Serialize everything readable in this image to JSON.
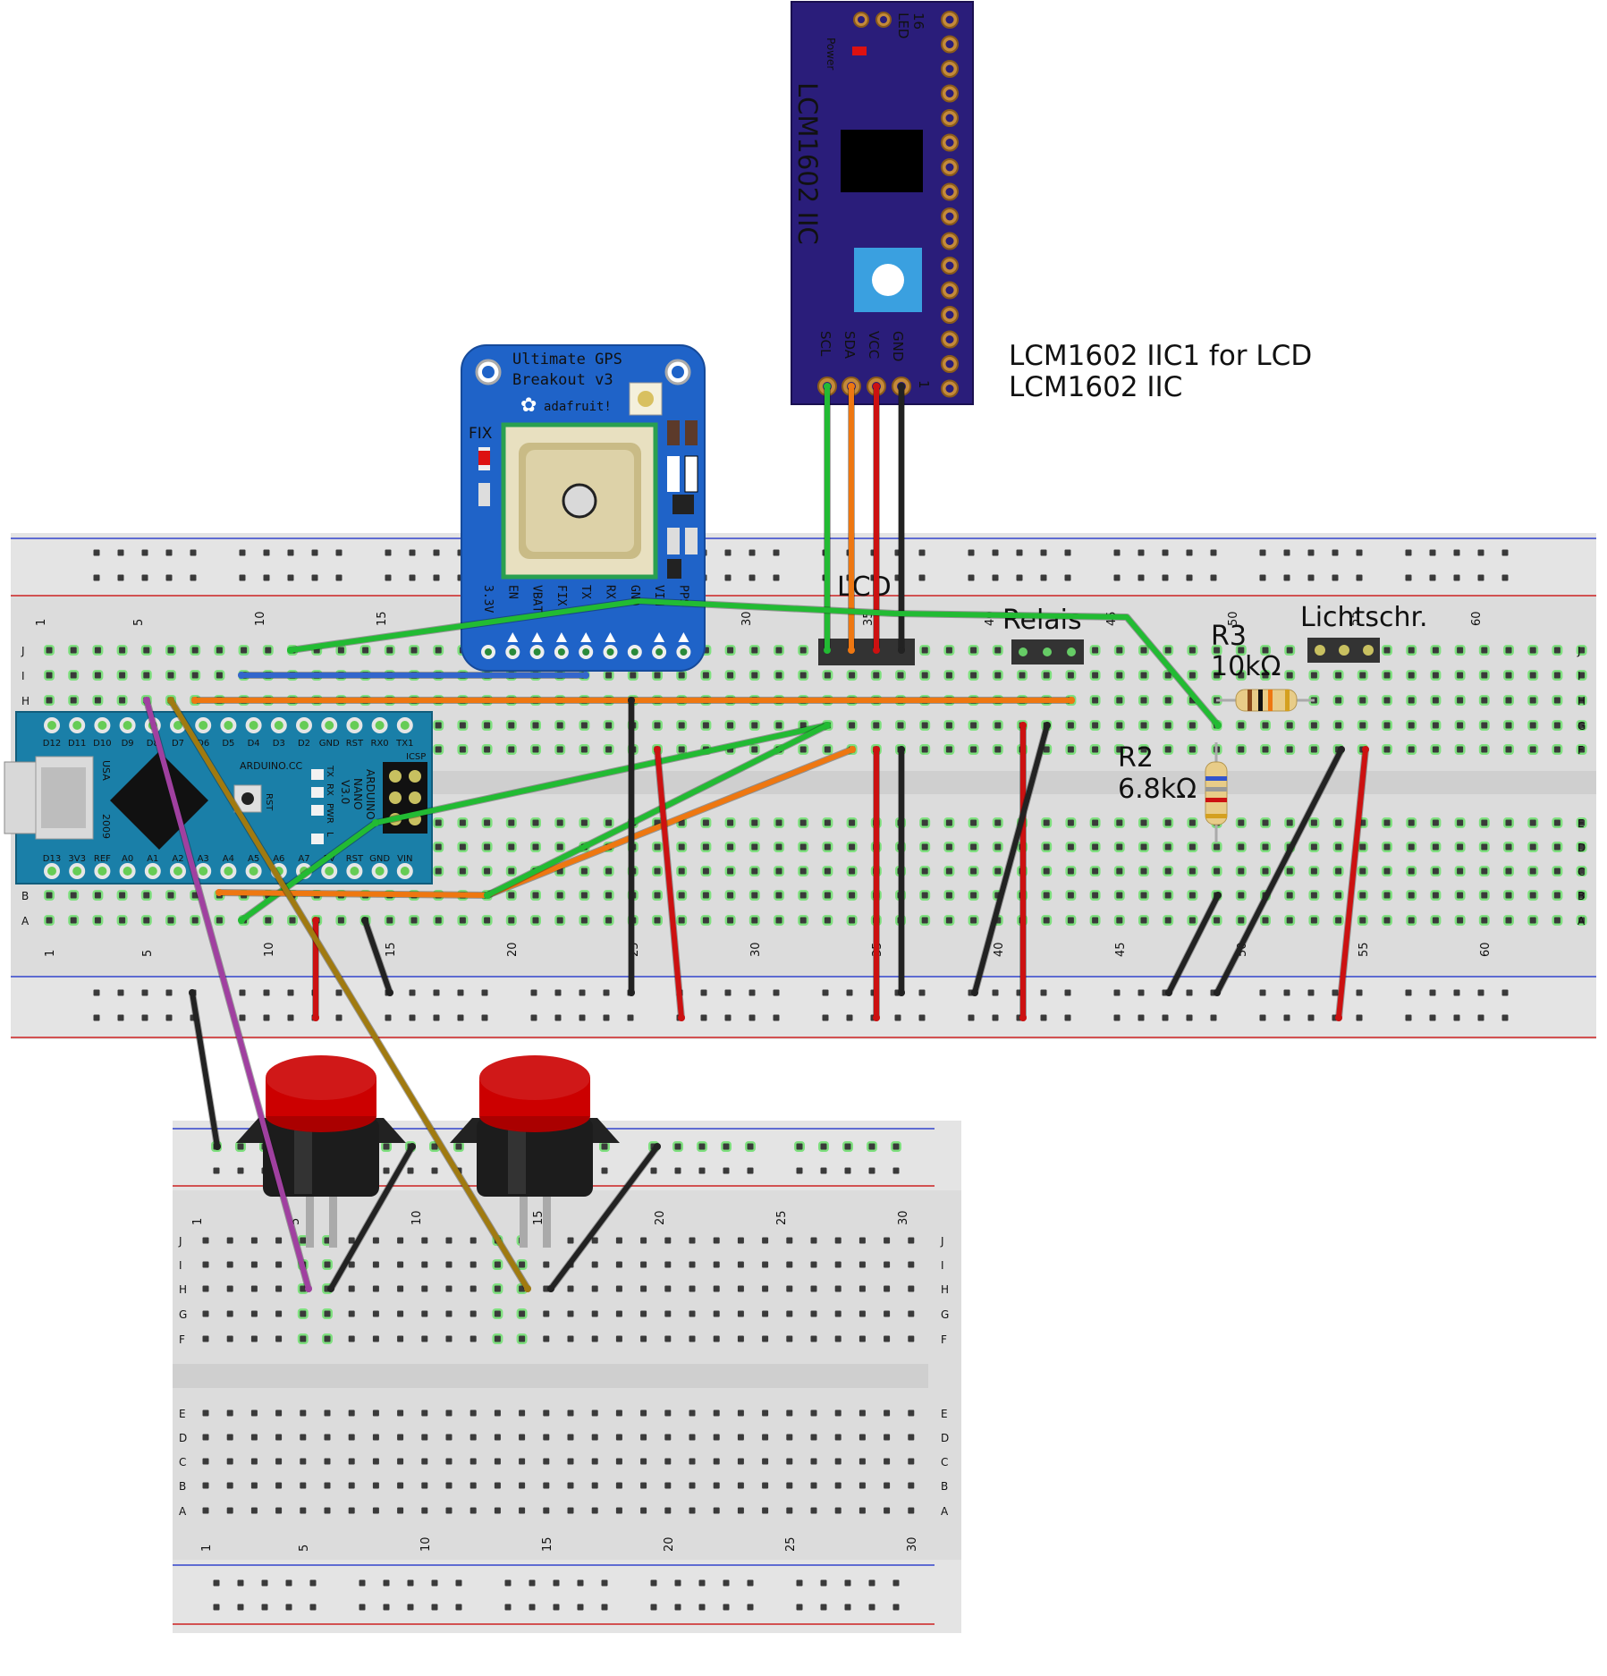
{
  "labels": {
    "lcd_note_line1": "LCM1602 IIC1 for LCD",
    "lcd_note_line2": "LCM1602 IIC",
    "lcd_connector": "LCD",
    "relais": "Relais",
    "lichtschranke": "Lichtschr.",
    "r3_name": "R3",
    "r3_value": "10kΩ",
    "r2_name": "R2",
    "r2_value": "6.8kΩ"
  },
  "lcd_module": {
    "title": "LCM1602 IIC",
    "power_label": "Power",
    "led_label": "LED",
    "pin16_label": "16",
    "pin1_label": "1",
    "pins": [
      "SCL",
      "SDA",
      "VCC",
      "GND"
    ],
    "color": "#2a1d7a"
  },
  "gps_module": {
    "title_line1": "Ultimate GPS",
    "title_line2": "Breakout v3",
    "brand": "adafruit!",
    "fix_label": "FIX",
    "pins": [
      "3.3V",
      "EN",
      "VBAT",
      "FIX",
      "TX",
      "RX",
      "GND",
      "VIN",
      "PPS"
    ],
    "color": "#1f63c8"
  },
  "arduino": {
    "top_pins": [
      "D12",
      "D11",
      "D10",
      "D9",
      "D8",
      "D7",
      "D6",
      "D5",
      "D4",
      "D3",
      "D2",
      "GND",
      "RST",
      "RX0",
      "TX1"
    ],
    "bottom_pins": [
      "D13",
      "3V3",
      "REF",
      "A0",
      "A1",
      "A2",
      "A3",
      "A4",
      "A5",
      "A6",
      "A7",
      "5V",
      "RST",
      "GND",
      "VIN"
    ],
    "brand": "ARDUINO.CC",
    "model_line1": "ARDUINO",
    "model_line2": "NANO",
    "model_line3": "V3.0",
    "usb_label": "USA",
    "year": "2009",
    "icsp": "ICSP",
    "rst_label": "RST",
    "leds": [
      "TX",
      "RX",
      "PWR",
      "L"
    ],
    "color": "#1a7fa8"
  },
  "breadboard_main": {
    "column_numbers": [
      "1",
      "5",
      "10",
      "15",
      "20",
      "25",
      "30",
      "35",
      "40",
      "45",
      "50",
      "55",
      "60"
    ],
    "row_letters_top": [
      "J",
      "I",
      "H",
      "G",
      "F"
    ],
    "row_letters_bottom": [
      "E",
      "D",
      "C",
      "B",
      "A"
    ]
  },
  "breadboard_small": {
    "column_numbers": [
      "1",
      "5",
      "10",
      "15",
      "20",
      "25",
      "30"
    ],
    "row_letters_top": [
      "J",
      "I",
      "H",
      "G",
      "F"
    ],
    "row_letters_bottom": [
      "E",
      "D",
      "C",
      "B",
      "A"
    ]
  },
  "wire_colors": {
    "green": "#22bb33",
    "orange": "#ee7711",
    "red": "#cc1111",
    "black": "#222222",
    "blue": "#3366cc",
    "purple": "#a040a0",
    "olive": "#a07a10"
  }
}
